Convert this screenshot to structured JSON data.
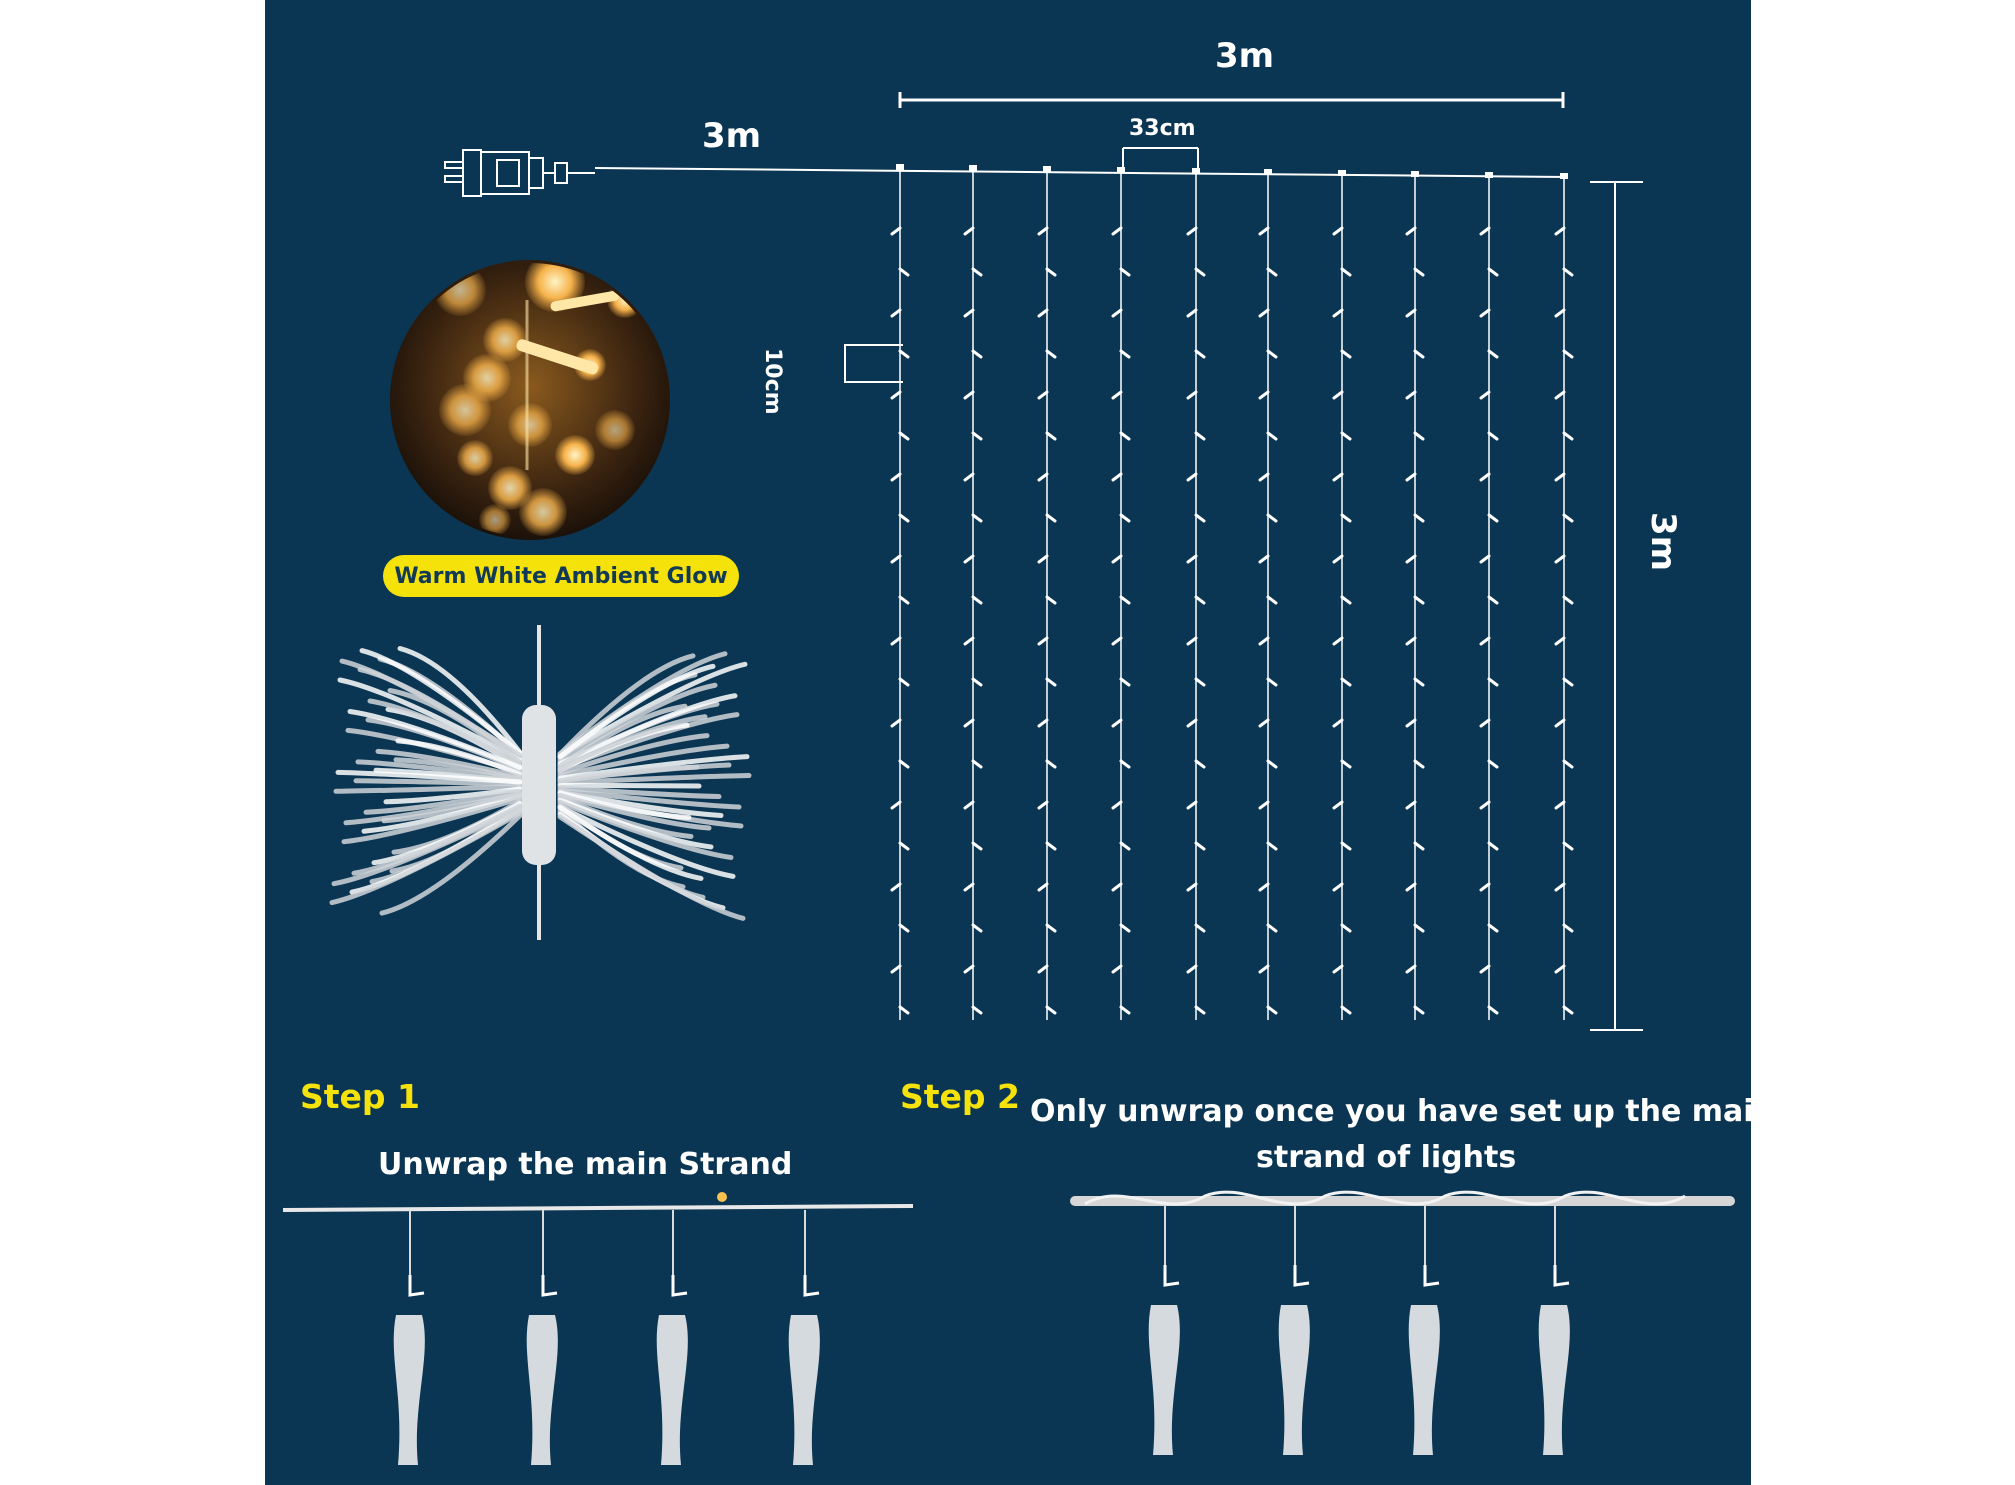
{
  "dimensions": {
    "top_width": "3m",
    "cable_length": "3m",
    "height": "3m",
    "strand_spacing": "33cm",
    "bulb_spacing": "10cm"
  },
  "badge": {
    "text": "Warm White Ambient Glow"
  },
  "step1": {
    "title": "Step 1",
    "caption": "Unwrap the main Strand"
  },
  "step2": {
    "title": "Step 2",
    "caption_line1": "Only unwrap once you have set up the main",
    "caption_line2": "strand of lights"
  },
  "colors": {
    "background": "#0b3653",
    "accent_yellow": "#f4e20a",
    "line_white": "#ffffff",
    "warm_glow": "#f6b24a"
  },
  "icons": [
    "power-plug-icon",
    "warm-light-bokeh-photo",
    "coiled-light-bundle-icon",
    "icicle-strand-icon"
  ]
}
